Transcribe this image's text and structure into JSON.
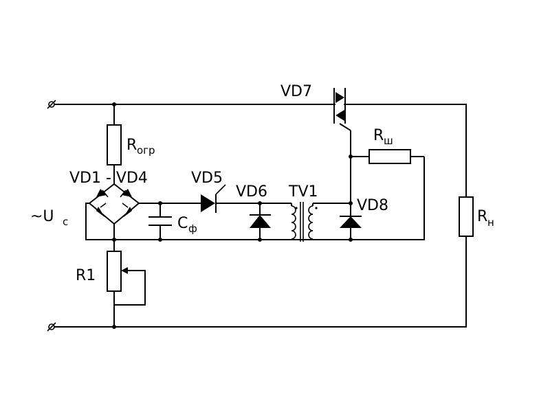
{
  "labels": {
    "vd7": "VD7",
    "r_ogr_main": "R",
    "r_ogr_sub": "огр",
    "vd1_vd4": "VD1 - VD4",
    "vd5": "VD5",
    "vd6": "VD6",
    "tv1": "TV1",
    "vd8": "VD8",
    "r_sh_main": "R",
    "r_sh_sub": "ш",
    "r_n_main": "R",
    "r_n_sub": "н",
    "uc_main": "~U",
    "uc_sub": "с",
    "cf_main": "C",
    "cf_sub": "ф",
    "r1": "R1"
  }
}
